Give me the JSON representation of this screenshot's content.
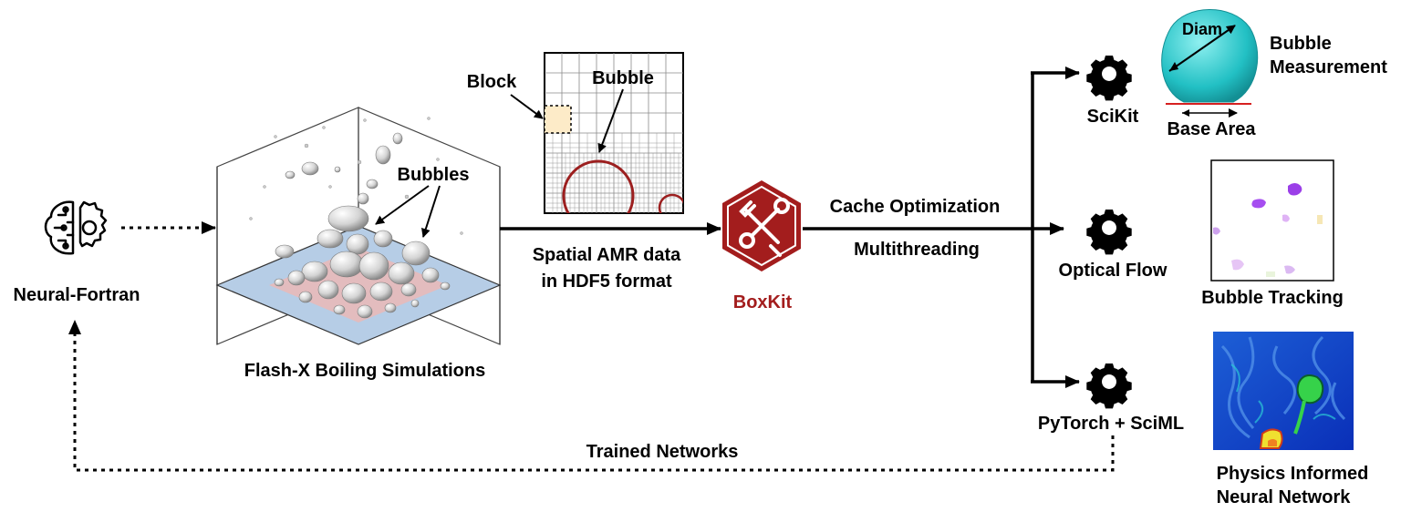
{
  "labels": {
    "neural_fortran": "Neural-Fortran",
    "flash_x": "Flash-X Boiling Simulations",
    "bubbles": "Bubbles",
    "block": "Block",
    "bubble": "Bubble",
    "amr_line1": "Spatial AMR data",
    "amr_line2": "in HDF5 format",
    "boxkit": "BoxKit",
    "cache_opt": "Cache Optimization",
    "multithreading": "Multithreading",
    "scikit": "SciKit",
    "optical_flow": "Optical Flow",
    "pytorch_sciml": "PyTorch + SciML",
    "diam": "Diam",
    "bubble_measurement_1": "Bubble",
    "bubble_measurement_2": "Measurement",
    "base_area": "Base Area",
    "bubble_tracking": "Bubble Tracking",
    "pinn_1": "Physics Informed",
    "pinn_2": "Neural Network",
    "trained_networks": "Trained Networks"
  },
  "colors": {
    "boxkit": "#a31d1d",
    "floor": "#b6cde6",
    "bubble_cap": "#2ec6c6",
    "mesh_circle": "#9c1f1f",
    "block_fill": "#fdebc8"
  },
  "icons": [
    "brain-gear-icon",
    "boxkit-tools-icon",
    "gear-icon"
  ]
}
